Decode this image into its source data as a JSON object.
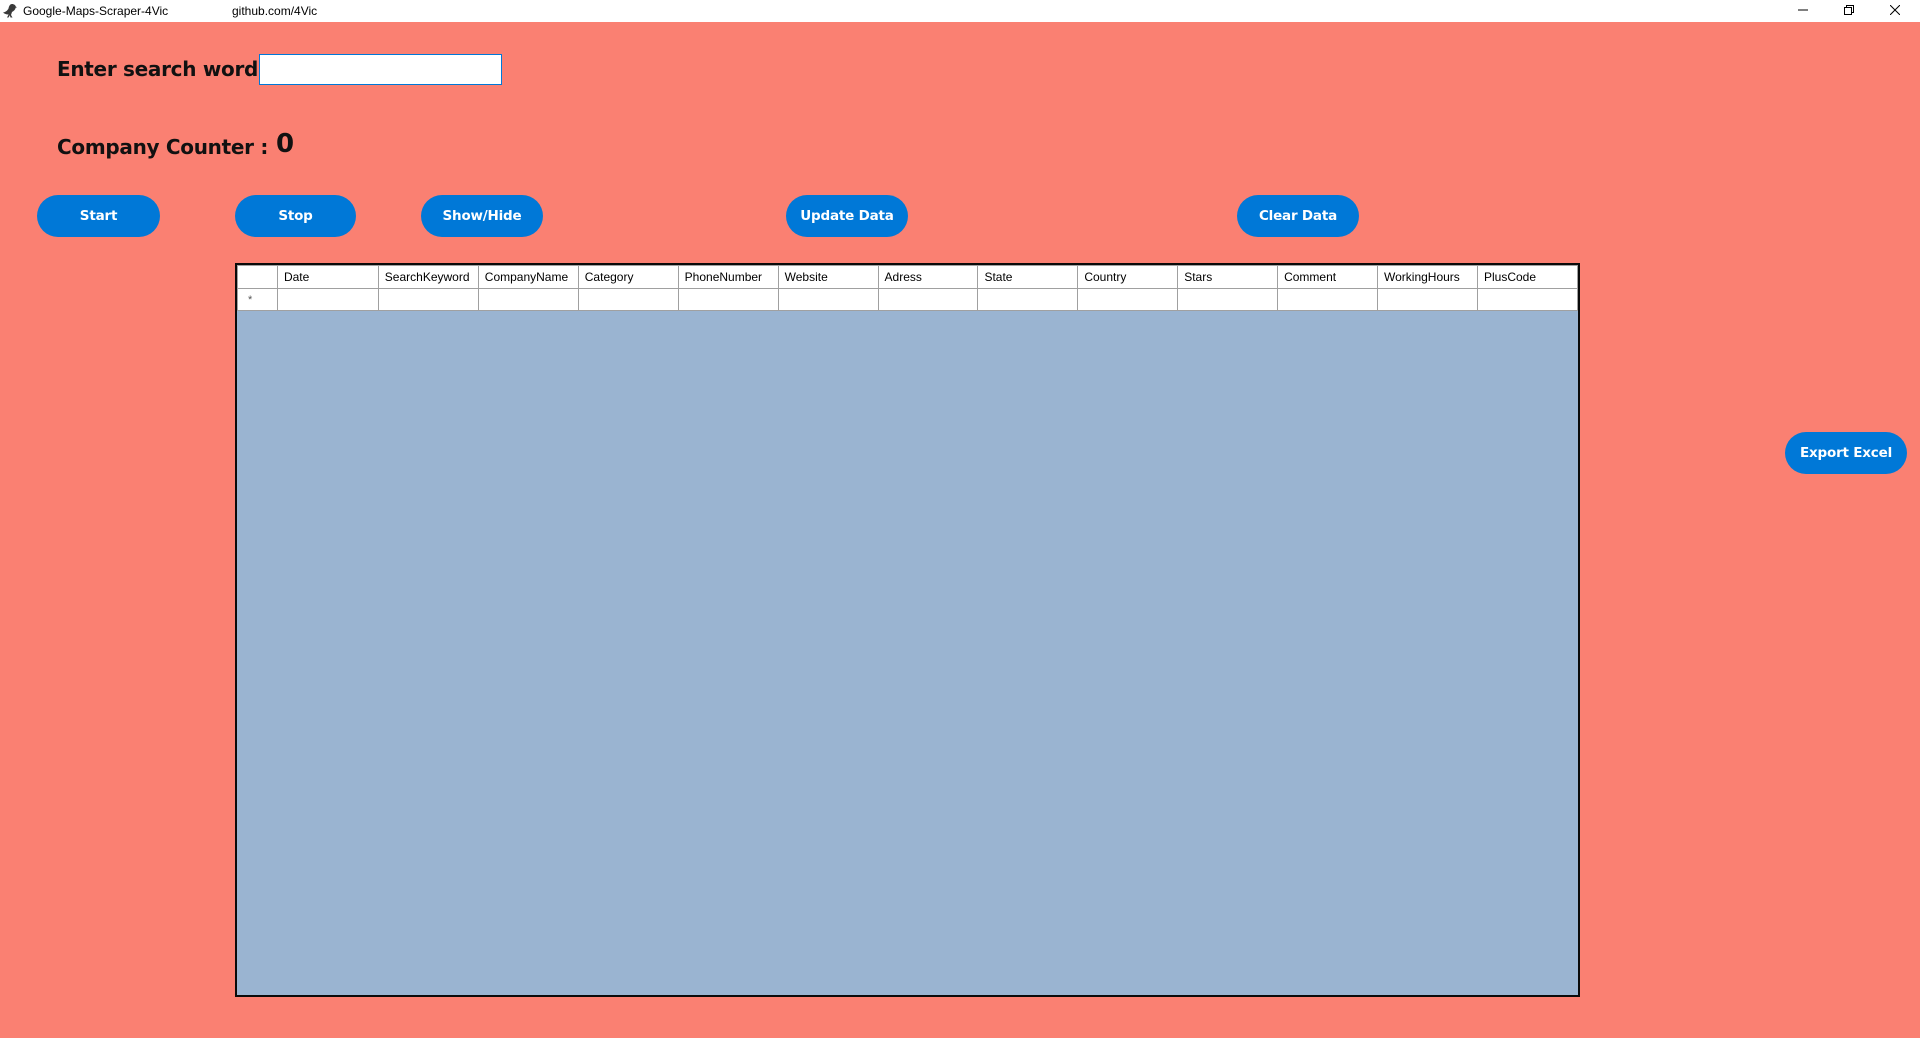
{
  "window": {
    "title": "Google-Maps-Scraper-4Vic",
    "subtitle": "github.com/4Vic",
    "app_icon": "crow-icon",
    "controls": {
      "minimize": "minimize-icon",
      "maximize": "restore-icon",
      "close": "close-icon"
    }
  },
  "colors": {
    "background": "#FA8072",
    "button": "#0078D7",
    "button_text": "#FFFFFF",
    "grid_background": "#9AB4D1",
    "input_border": "#0078D7"
  },
  "search": {
    "label": "Enter search word",
    "value": "",
    "placeholder": ""
  },
  "counter": {
    "label": "Company Counter :",
    "value": "0"
  },
  "buttons": {
    "start": "Start",
    "stop": "Stop",
    "show_hide": "Show/Hide",
    "update_data": "Update Data",
    "clear_data": "Clear Data",
    "export_excel": "Export Excel"
  },
  "grid": {
    "columns": [
      "Date",
      "SearchKeyword",
      "CompanyName",
      "Category",
      "PhoneNumber",
      "Website",
      "Adress",
      "State",
      "Country",
      "Stars",
      "Comment",
      "WorkingHours",
      "PlusCode"
    ],
    "new_row_marker": "*",
    "rows": []
  }
}
